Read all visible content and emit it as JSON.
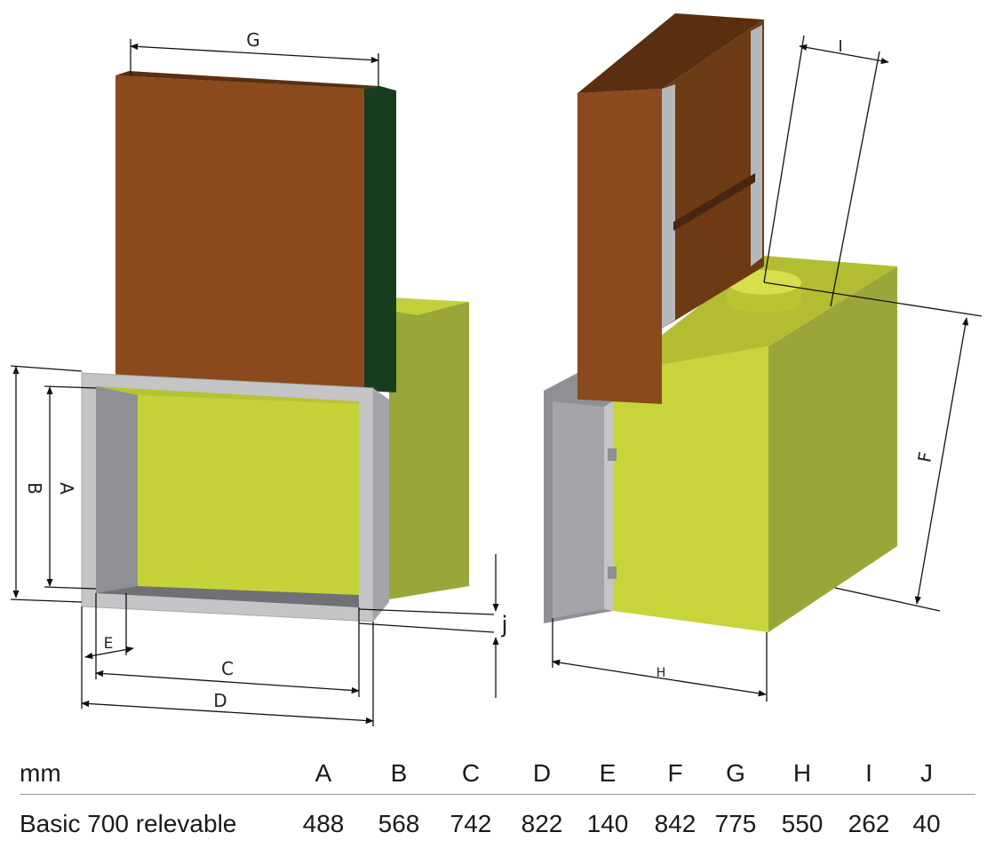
{
  "diagram": {
    "labels": {
      "A": "A",
      "B": "B",
      "C": "C",
      "D": "D",
      "E": "E",
      "F": "F",
      "G": "G",
      "H": "H",
      "I": "I",
      "j": "j"
    }
  },
  "table": {
    "header_label": "mm",
    "columns": [
      "A",
      "B",
      "C",
      "D",
      "E",
      "F",
      "G",
      "H",
      "I",
      "J"
    ],
    "rows": [
      {
        "name": "Basic 700 relevable",
        "values": [
          "488",
          "568",
          "742",
          "822",
          "140",
          "842",
          "775",
          "550",
          "262",
          "40"
        ]
      }
    ]
  },
  "colors": {
    "wood": "#8a4a1e",
    "wood_dark": "#5a2f10",
    "dark_green": "#163d1e",
    "yellow_green": "#c8d43a",
    "olive": "#9aa63a",
    "steel": "#c4c5c7",
    "steel_dark": "#8e9096"
  }
}
